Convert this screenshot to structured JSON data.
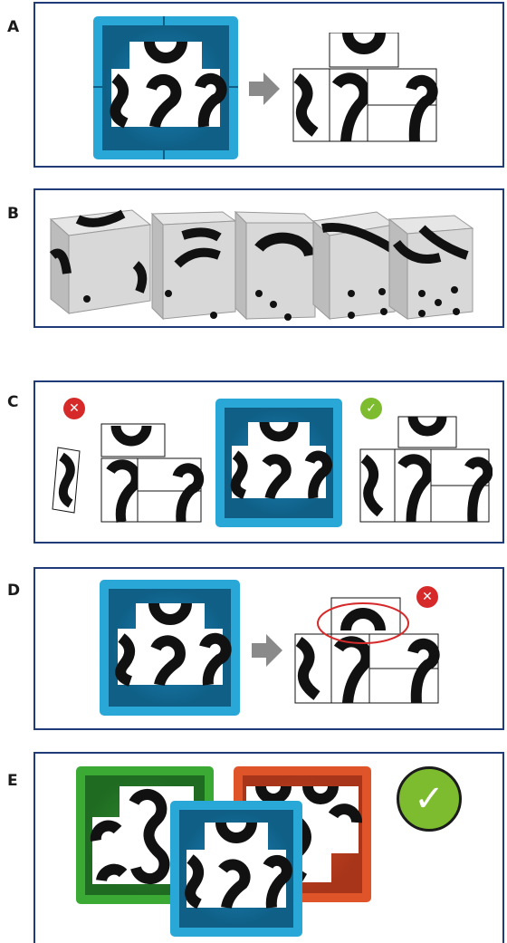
{
  "panels": [
    {
      "id": "A",
      "label": "A"
    },
    {
      "id": "B",
      "label": "B"
    },
    {
      "id": "C",
      "label": "C"
    },
    {
      "id": "D",
      "label": "D"
    },
    {
      "id": "E",
      "label": "E"
    }
  ],
  "colors": {
    "panel_border": "#1f3b78",
    "frame_blue": "#29a8d8",
    "frame_blue_dark": "#0f5f86",
    "frame_green": "#3aaa35",
    "frame_green_dark": "#1f6b22",
    "frame_red": "#e0542a",
    "frame_red_dark": "#a8351a",
    "badge_wrong": "#d62a2a",
    "badge_right": "#7dbb2f",
    "arrow": "#8a8a8a",
    "ellipse": "#d62a2a"
  },
  "icons": {
    "wrong": "x-icon",
    "right": "check-icon",
    "arrow": "arrow-right-icon"
  },
  "dice_pips": [
    1,
    2,
    3,
    4,
    5
  ]
}
